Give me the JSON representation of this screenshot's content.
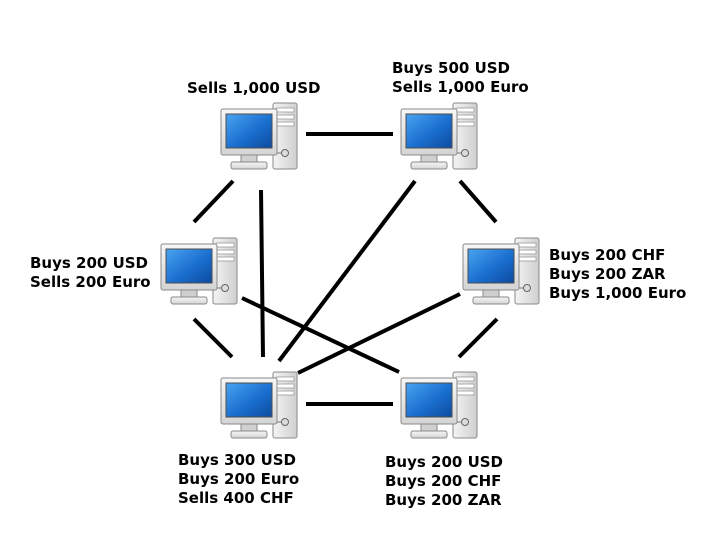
{
  "colors": {
    "link": "#000000",
    "screen_blue": "#1a6fcf",
    "case_gray": "#e6e6e6"
  },
  "icons": {
    "computer": "desktop-computer-icon"
  },
  "nodes": {
    "top_left": {
      "lines": [
        "Sells 1,000 USD"
      ]
    },
    "top_right": {
      "lines": [
        "Buys 500 USD",
        "Sells 1,000 Euro"
      ]
    },
    "mid_left": {
      "lines": [
        "Buys 200 USD",
        "Sells 200 Euro"
      ]
    },
    "mid_right": {
      "lines": [
        "Buys 200 CHF",
        "Buys 200 ZAR",
        "Buys 1,000 Euro"
      ]
    },
    "bottom_left": {
      "lines": [
        "Buys 300 USD",
        "Buys 200 Euro",
        "Sells 400 CHF"
      ]
    },
    "bottom_right": {
      "lines": [
        "Buys 200 USD",
        "Buys 200 CHF",
        "Buys 200 ZAR"
      ]
    }
  }
}
